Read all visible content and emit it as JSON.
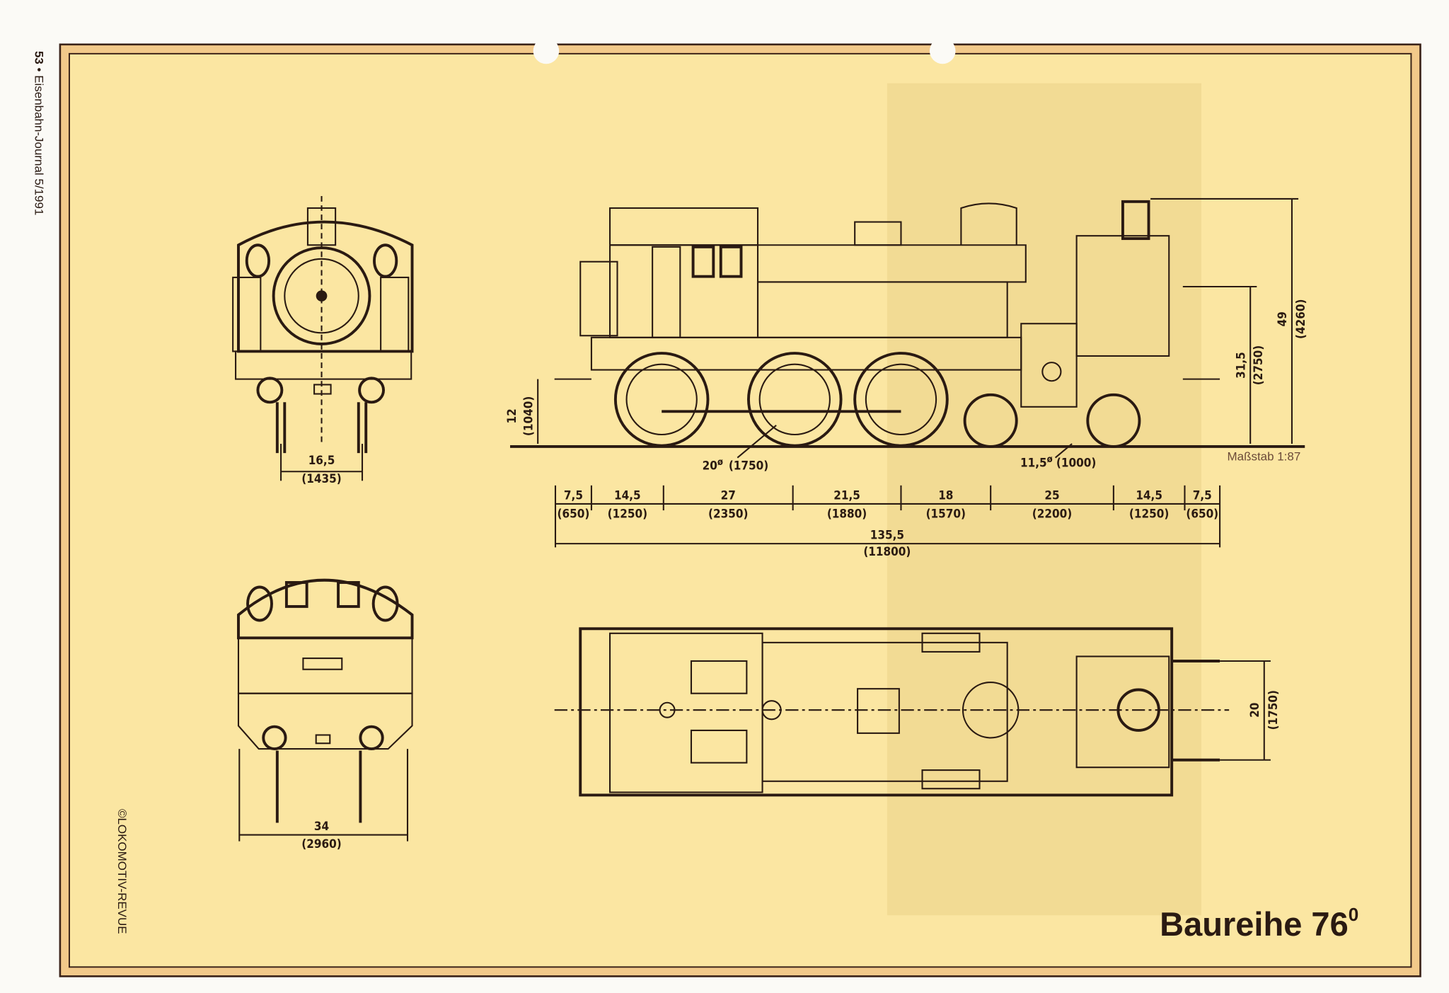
{
  "page": {
    "page_number": "53",
    "publication": "Eisenbahn-Journal 5/1991",
    "copyright": "©LOKOMOTIV-REVUE",
    "title": "Baureihe 76",
    "title_superscript": "0",
    "scale": "Maßstab 1:87",
    "colors": {
      "paper": "#fbe6a2",
      "ink": "#2a1a12",
      "frame": "#f2c98a"
    }
  },
  "front_view": {
    "gauge_mm": "16,5",
    "gauge_real": "(1435)"
  },
  "rear_view": {
    "width_mm": "34",
    "width_real": "(2960)"
  },
  "side_view": {
    "height_total_mm": "49",
    "height_total_real": "(4260)",
    "boiler_axis_mm": "31,5",
    "boiler_axis_real": "(2750)",
    "buffer_height_mm": "12",
    "buffer_height_real": "(1040)",
    "driving_wheel": {
      "mm": "20",
      "sym": "ø",
      "real": "(1750)"
    },
    "carrying_wheel": {
      "mm": "11,5",
      "sym": "ø",
      "real": "(1000)"
    },
    "segments": [
      {
        "mm": "7,5",
        "real": "(650)"
      },
      {
        "mm": "14,5",
        "real": "(1250)"
      },
      {
        "mm": "27",
        "real": "(2350)"
      },
      {
        "mm": "21,5",
        "real": "(1880)"
      },
      {
        "mm": "18",
        "real": "(1570)"
      },
      {
        "mm": "25",
        "real": "(2200)"
      },
      {
        "mm": "14,5",
        "real": "(1250)"
      },
      {
        "mm": "7,5",
        "real": "(650)"
      }
    ],
    "total": {
      "mm": "135,5",
      "real": "(11800)"
    }
  },
  "top_view": {
    "buffer_spacing_mm": "20",
    "buffer_spacing_real": "(1750)"
  }
}
